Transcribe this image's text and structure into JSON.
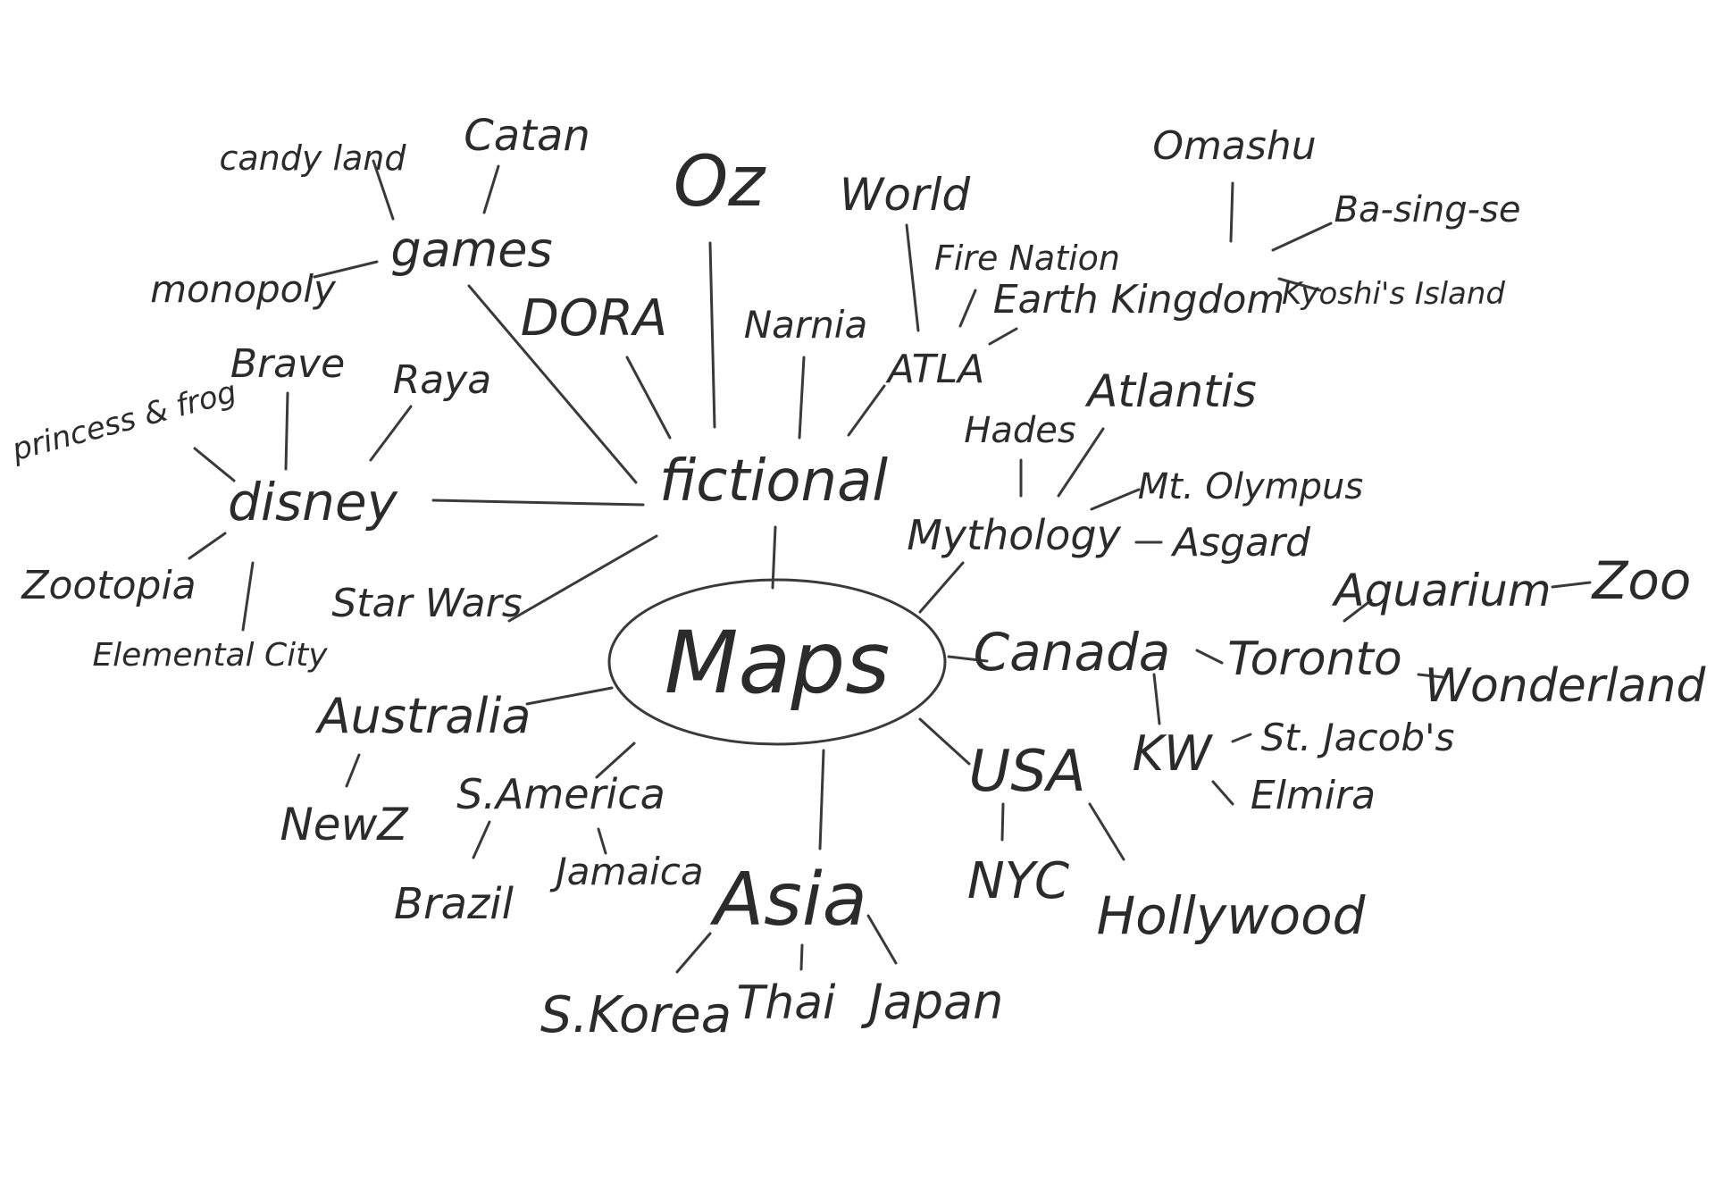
{
  "diagram": {
    "root": "Maps",
    "labels": {
      "fictional": "fictional",
      "games": "games",
      "candy_land": "candy land",
      "catan": "Catan",
      "monopoly": "monopoly",
      "oz": "Oz",
      "dora": "DORA",
      "disney": "disney",
      "brave": "Brave",
      "raya": "Raya",
      "princess_frog": "princess & frog",
      "zootopia": "Zootopia",
      "elemental_city": "Elemental City",
      "star_wars": "Star Wars",
      "narnia": "Narnia",
      "world": "World",
      "atla": "ATLA",
      "fire_nation": "Fire Nation",
      "earth_kingdom": "Earth Kingdom",
      "omashu": "Omashu",
      "ba_sing_se": "Ba-sing-se",
      "kyoshis_island": "Kyoshi's Island",
      "mythology": "Mythology",
      "hades": "Hades",
      "atlantis": "Atlantis",
      "mt_olympus": "Mt. Olympus",
      "asgard": "Asgard",
      "canada": "Canada",
      "toronto": "Toronto",
      "aquarium": "Aquarium",
      "zoo": "Zoo",
      "wonderland": "Wonderland",
      "kw": "KW",
      "st_jacobs": "St. Jacob's",
      "elmira": "Elmira",
      "usa": "USA",
      "nyc": "NYC",
      "hollywood": "Hollywood",
      "asia": "Asia",
      "s_korea": "S.Korea",
      "thai": "Thai",
      "japan": "Japan",
      "australia": "Australia",
      "new_z": "NewZ",
      "s_america": "S.America",
      "brazil": "Brazil",
      "jamaica": "Jamaica"
    },
    "colors": {
      "ink": "#2b2b2b",
      "paper": "#ffffff"
    }
  }
}
